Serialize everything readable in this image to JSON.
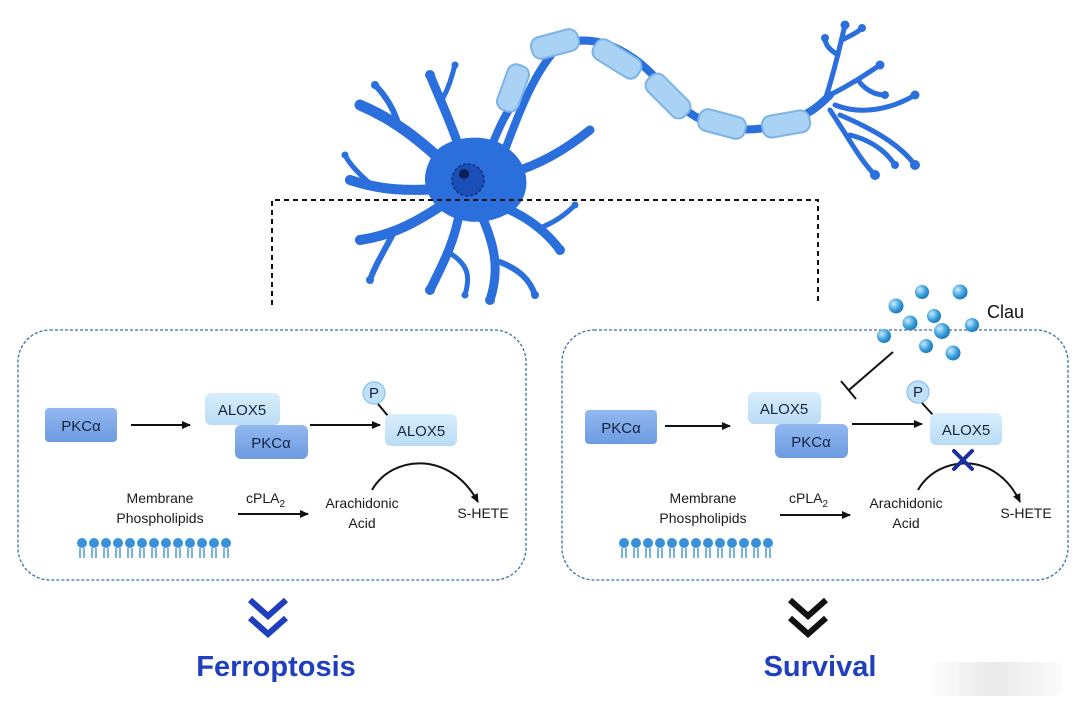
{
  "colors": {
    "neuron": "#2a6fdb",
    "neuron_dark": "#1a4fb8",
    "myelin": "#a9d2f5",
    "box_border": "#3a6ea8",
    "pkc_fill": "#7ea9e8",
    "alox_fill": "#c5e3f8",
    "outcome": "#1f3fbf",
    "inhibit_cross": "#1c2f9e"
  },
  "left_panel": {
    "pkc_label": "PKCα",
    "complex_alox_label": "ALOX5",
    "complex_pkc_label": "PKCα",
    "phospho_label": "P",
    "alox_label": "ALOX5",
    "membrane_line1": "Membrane",
    "membrane_line2": "Phospholipids",
    "enzyme_label": "cPLA",
    "enzyme_sub": "2",
    "aa_line1": "Arachidonic",
    "aa_line2": "Acid",
    "product_label": "S-HETE",
    "outcome_label": "Ferroptosis"
  },
  "right_panel": {
    "pkc_label": "PKCα",
    "complex_alox_label": "ALOX5",
    "complex_pkc_label": "PKCα",
    "phospho_label": "P",
    "alox_label": "ALOX5",
    "membrane_line1": "Membrane",
    "membrane_line2": "Phospholipids",
    "enzyme_label": "cPLA",
    "enzyme_sub": "2",
    "aa_line1": "Arachidonic",
    "aa_line2": "Acid",
    "product_label": "S-HETE",
    "drug_label": "Clau",
    "outcome_label": "Survival"
  },
  "icons": [
    "neuron-icon",
    "phospholipid-bilayer-icon",
    "double-chevron-down-icon",
    "inhibition-cross-icon",
    "drug-particles-icon"
  ]
}
